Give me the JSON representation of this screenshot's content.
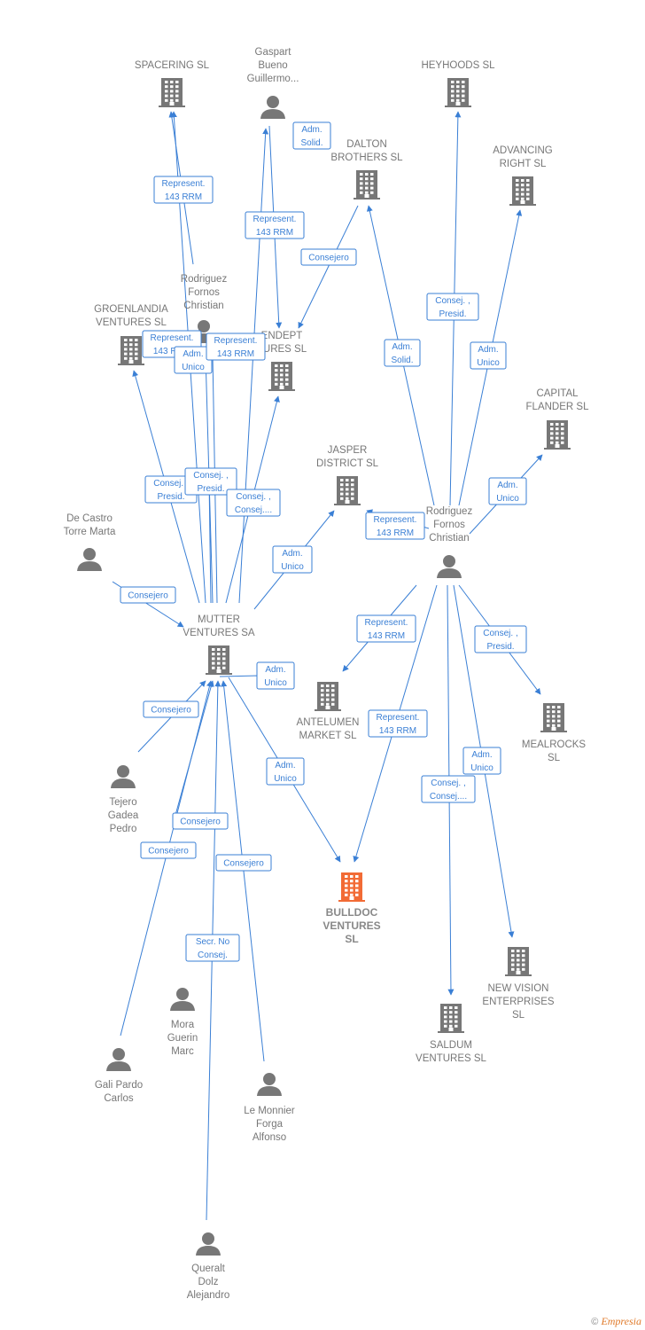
{
  "colors": {
    "edge": "#3a7fd5",
    "company": "#777777",
    "focus": "#f26b35",
    "person": "#777777"
  },
  "nodes": [
    {
      "id": "spacering",
      "type": "company",
      "label": [
        "SPACERING  SL"
      ]
    },
    {
      "id": "gaspart",
      "type": "person",
      "label": [
        "Gaspart",
        "Bueno",
        "Guillermo..."
      ]
    },
    {
      "id": "heyhoods",
      "type": "company",
      "label": [
        "HEYHOODS  SL"
      ]
    },
    {
      "id": "dalton",
      "type": "company",
      "label": [
        "DALTON",
        "BROTHERS  SL"
      ]
    },
    {
      "id": "advancing",
      "type": "company",
      "label": [
        "ADVANCING",
        "RIGHT  SL"
      ]
    },
    {
      "id": "rodriguez1",
      "type": "person",
      "label": [
        "Rodriguez",
        "Fornos",
        "Christian"
      ]
    },
    {
      "id": "groenlandia",
      "type": "company",
      "label": [
        "GROENLANDIA",
        "VENTURES  SL"
      ]
    },
    {
      "id": "endept",
      "type": "company",
      "label": [
        "ENDEPT",
        "TURES  SL"
      ]
    },
    {
      "id": "capital",
      "type": "company",
      "label": [
        "CAPITAL",
        "FLANDER  SL"
      ]
    },
    {
      "id": "jasper",
      "type": "company",
      "label": [
        "JASPER",
        "DISTRICT  SL"
      ]
    },
    {
      "id": "rodriguez2",
      "type": "person",
      "label": [
        "Rodriguez",
        "Fornos",
        "Christian"
      ]
    },
    {
      "id": "decastro",
      "type": "person",
      "label": [
        "De Castro",
        "Torre Marta"
      ]
    },
    {
      "id": "mutter",
      "type": "company",
      "label": [
        "MUTTER",
        "VENTURES SA"
      ]
    },
    {
      "id": "antelumen",
      "type": "company",
      "label": [
        "ANTELUMEN",
        "MARKET  SL"
      ]
    },
    {
      "id": "mealrocks",
      "type": "company",
      "label": [
        "MEALROCKS",
        "SL"
      ]
    },
    {
      "id": "tejero",
      "type": "person",
      "label": [
        "Tejero",
        "Gadea",
        "Pedro"
      ]
    },
    {
      "id": "bulldoc",
      "type": "focus",
      "label": [
        "BULLDOC",
        "VENTURES",
        "SL"
      ]
    },
    {
      "id": "newvision",
      "type": "company",
      "label": [
        "NEW VISION",
        "ENTERPRISES",
        "SL"
      ]
    },
    {
      "id": "saldum",
      "type": "company",
      "label": [
        "SALDUM",
        "VENTURES SL"
      ]
    },
    {
      "id": "mora",
      "type": "person",
      "label": [
        "Mora",
        "Guerin",
        "Marc"
      ]
    },
    {
      "id": "gali",
      "type": "person",
      "label": [
        "Gali Pardo",
        "Carlos"
      ]
    },
    {
      "id": "lemonnier",
      "type": "person",
      "label": [
        "Le Monnier",
        "Forga",
        "Alfonso"
      ]
    },
    {
      "id": "queralt",
      "type": "person",
      "label": [
        "Queralt",
        "Dolz",
        "Alejandro"
      ]
    }
  ],
  "edges": [
    {
      "id": "e1",
      "label": [
        "Represent.",
        "143 RRM"
      ]
    },
    {
      "id": "e2",
      "label": [
        "Adm.",
        "Solid."
      ]
    },
    {
      "id": "e3",
      "label": [
        "Represent.",
        "143 RRM"
      ]
    },
    {
      "id": "e4",
      "label": [
        "Consejero"
      ]
    },
    {
      "id": "e5",
      "label": [
        "Consej. ,",
        "Presid."
      ]
    },
    {
      "id": "e6",
      "label": [
        "Adm.",
        "Solid."
      ]
    },
    {
      "id": "e7",
      "label": [
        "Adm.",
        "Unico"
      ]
    },
    {
      "id": "e8",
      "label": [
        "Represent.",
        "143 RRM"
      ]
    },
    {
      "id": "e9",
      "label": [
        "Adm.",
        "Unico"
      ]
    },
    {
      "id": "e10",
      "label": [
        "Represent.",
        "143 RRM"
      ]
    },
    {
      "id": "e11",
      "label": [
        "Consej. ,",
        "Presid."
      ]
    },
    {
      "id": "e12",
      "label": [
        "Consej. ,",
        "Presid."
      ]
    },
    {
      "id": "e13",
      "label": [
        "Consej. ,",
        "Consej...."
      ]
    },
    {
      "id": "e14",
      "label": [
        "Adm.",
        "Unico"
      ]
    },
    {
      "id": "e15",
      "label": [
        "Represent.",
        "143 RRM"
      ]
    },
    {
      "id": "e16",
      "label": [
        "Adm.",
        "Unico"
      ]
    },
    {
      "id": "e17",
      "label": [
        "Consejero"
      ]
    },
    {
      "id": "e18",
      "label": [
        "Adm.",
        "Unico"
      ]
    },
    {
      "id": "e19",
      "label": [
        "Represent.",
        "143 RRM"
      ]
    },
    {
      "id": "e20",
      "label": [
        "Consej. ,",
        "Presid."
      ]
    },
    {
      "id": "e21",
      "label": [
        "Consejero"
      ]
    },
    {
      "id": "e22",
      "label": [
        "Adm.",
        "Unico"
      ]
    },
    {
      "id": "e23",
      "label": [
        "Represent.",
        "143 RRM"
      ]
    },
    {
      "id": "e24",
      "label": [
        "Adm.",
        "Unico"
      ]
    },
    {
      "id": "e25",
      "label": [
        "Consej. ,",
        "Consej...."
      ]
    },
    {
      "id": "e26",
      "label": [
        "Consejero"
      ]
    },
    {
      "id": "e27",
      "label": [
        "Consejero"
      ]
    },
    {
      "id": "e28",
      "label": [
        "Consejero"
      ]
    },
    {
      "id": "e29",
      "label": [
        "Secr.  No",
        "Consej."
      ]
    }
  ],
  "footer": {
    "copyright": "©",
    "brand": "Empresia"
  }
}
